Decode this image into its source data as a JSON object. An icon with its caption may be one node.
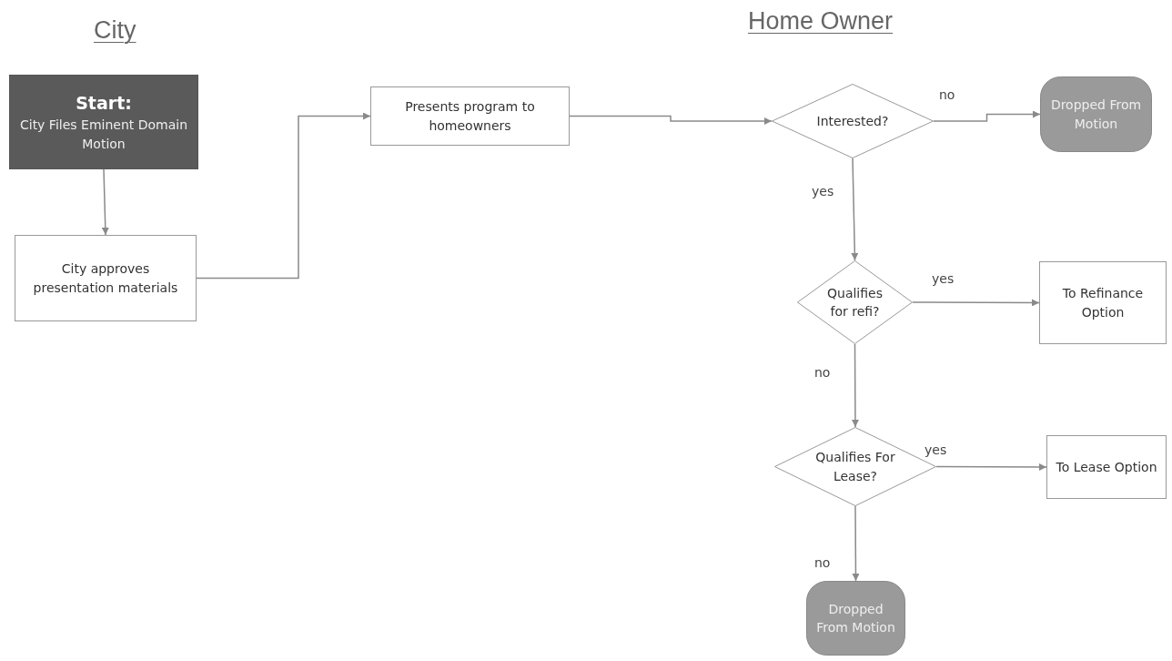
{
  "diagram": {
    "nodes": [
      {
        "text": [
          "Start:",
          "City Files Eminent Domain Motion"
        ]
      },
      {
        "text": [
          "City approves presentation materials"
        ]
      },
      {
        "text": [
          "Presents program to homeowners"
        ]
      },
      {
        "text": [
          "Interested?"
        ]
      },
      {
        "text": [
          "Dropped From Motion"
        ]
      },
      {
        "text": [
          "Qualifies for refi?"
        ]
      },
      {
        "text": [
          "To Refinance Option"
        ]
      },
      {
        "text": [
          "Qualifies For Lease?"
        ]
      },
      {
        "text": [
          "To Lease Option"
        ]
      },
      {
        "text": [
          "Dropped From Motion"
        ]
      }
    ],
    "edges": [
      {
        "from": 0,
        "to": 1,
        "arrow": "to"
      },
      {
        "from": 1,
        "to": 2,
        "arrow": "to"
      },
      {
        "from": 2,
        "to": 3,
        "arrow": "to"
      },
      {
        "from": 3,
        "to": 4,
        "arrow": "to",
        "label": "no"
      },
      {
        "from": 3,
        "to": 5,
        "arrow": "to",
        "label": "yes"
      },
      {
        "from": 5,
        "to": 6,
        "arrow": "to",
        "label": "yes"
      },
      {
        "from": 5,
        "to": 7,
        "arrow": "to",
        "label": "no"
      },
      {
        "from": 7,
        "to": 8,
        "arrow": "to",
        "label": "yes"
      },
      {
        "from": 7,
        "to": 9,
        "arrow": "to",
        "label": "no"
      }
    ],
    "labels": [
      "City",
      "Home Owner"
    ]
  }
}
